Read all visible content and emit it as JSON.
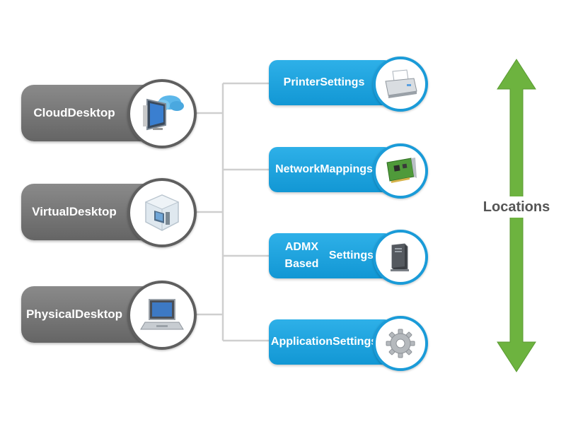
{
  "left_nodes": [
    {
      "line1": "Cloud",
      "line2": "Desktop",
      "icon": "cloud-desktop-icon"
    },
    {
      "line1": "Virtual",
      "line2": "Desktop",
      "icon": "virtual-desktop-icon"
    },
    {
      "line1": "Physical",
      "line2": "Desktop",
      "icon": "laptop-icon"
    }
  ],
  "right_nodes": [
    {
      "line1": "Printer",
      "line2": "Settings",
      "icon": "printer-icon"
    },
    {
      "line1": "Network",
      "line2": "Mappings",
      "icon": "network-card-icon"
    },
    {
      "line1": "ADMX Based",
      "line2": "Settings",
      "icon": "server-tower-icon"
    },
    {
      "line1": "Application",
      "line2": "Settings",
      "icon": "gear-icon"
    }
  ],
  "arrow": {
    "label": "Locations",
    "icon": "double-arrow-icon"
  },
  "colors": {
    "left_pill": "#6f6f6f",
    "right_pill": "#1a9bd8",
    "arrow": "#6db33f",
    "connector": "#cfcfcf",
    "label_text": "#555555"
  }
}
